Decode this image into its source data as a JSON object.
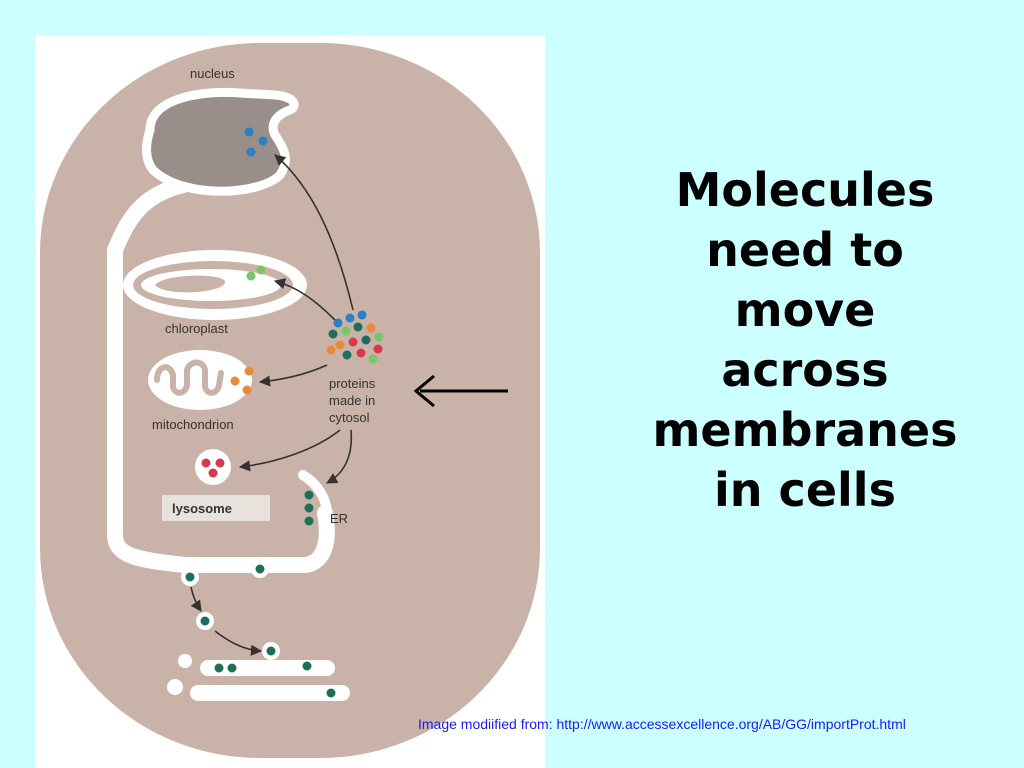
{
  "slide": {
    "title_lines": [
      "Molecules",
      "need to",
      "move",
      "across",
      "membranes",
      "in cells"
    ],
    "credit": "Image modiified from: http://www.accessexcellence.org/AB/GG/importProt.html",
    "background": "#ccffff",
    "title_color": "#000000",
    "credit_color": "#1a1aff"
  },
  "diagram": {
    "labels": {
      "nucleus": "nucleus",
      "chloroplast": "chloroplast",
      "mitochondrion": "mitochondrion",
      "proteins_line1": "proteins",
      "proteins_line2": "made in",
      "proteins_line3": "cytosol",
      "lysosome": "lysosome",
      "er": "ER"
    },
    "colors": {
      "cell": "#c9b3a8",
      "membrane": "#ffffff",
      "nucleus_interior": "#9a8e8a",
      "arrow": "#333333",
      "protein_blue": "#2b7fc4",
      "protein_green": "#7ac46a",
      "protein_orange": "#e88a3c",
      "protein_red": "#d43a4a",
      "protein_teal": "#1f6e5a"
    }
  }
}
